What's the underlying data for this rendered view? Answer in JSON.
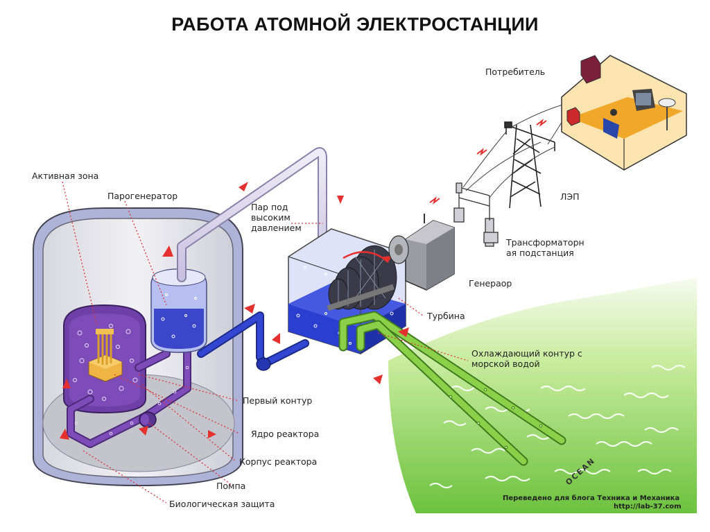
{
  "title": "РАБОТА АТОМНОЙ ЭЛЕКТРОСТАНЦИИ",
  "labels": {
    "active_zone": "Активная зона",
    "steam_generator": "Парогенератор",
    "steam_high_1": "Пар под",
    "steam_high_2": "высоким",
    "steam_high_3": "давлением",
    "consumer": "Потребитель",
    "power_line": "ЛЭП",
    "substation_1": "Трансформаторн",
    "substation_2": "ая подстанция",
    "generator": "Генераор",
    "turbine": "Турбина",
    "cooling_1": "Охлаждающий контур с",
    "cooling_2": "морской водой",
    "primary_loop": "Первый контур",
    "reactor_core": "Ядро реактора",
    "reactor_vessel": "Корпус реактора",
    "pump": "Помпа",
    "bio_shield": "Биологическая защита",
    "ocean": "OCEAN"
  },
  "credit": {
    "line1": "Переведено для блога Техника и Механика",
    "line2": "http://lab-37.com"
  },
  "colors": {
    "primary_loop": "#6a3aa0",
    "steam_pipe": "#d8d2ea",
    "cooling_pipe": "#7cc23c",
    "water": "#2a3fcf",
    "sea": "#8fd45c",
    "house": "#f1a72a",
    "arrow": "#e53030"
  }
}
